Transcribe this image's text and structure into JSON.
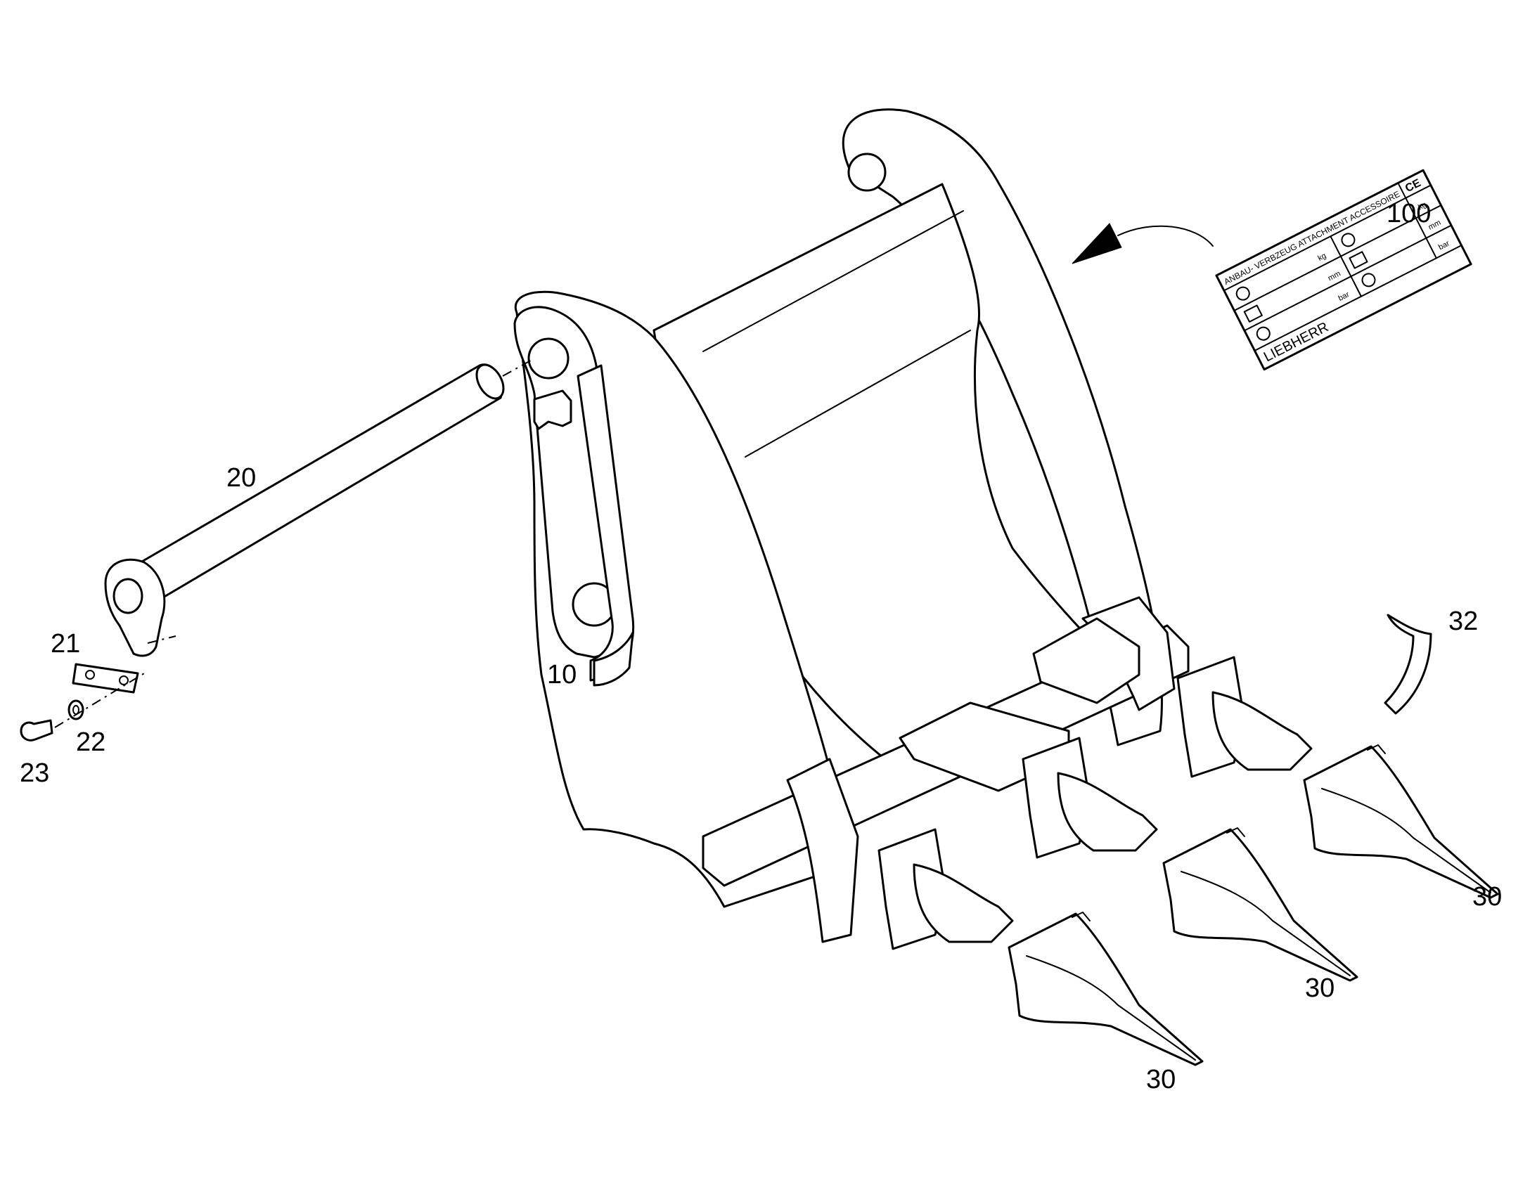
{
  "callouts": {
    "c10": "10",
    "c20": "20",
    "c21": "21",
    "c22": "22",
    "c23": "23",
    "c30a": "30",
    "c30b": "30",
    "c30c": "30",
    "c32": "32",
    "c100": "100"
  },
  "plate": {
    "header": "ANBAU- VERBZEUG ATTACHMENT ACCESSOIRE",
    "ce_mark": "CE",
    "units": [
      "kg",
      "mm",
      "bar",
      "kg",
      "mm",
      "bar"
    ],
    "brand": "LIEBHERR"
  },
  "colors": {
    "line": "#000000",
    "background": "#ffffff"
  }
}
